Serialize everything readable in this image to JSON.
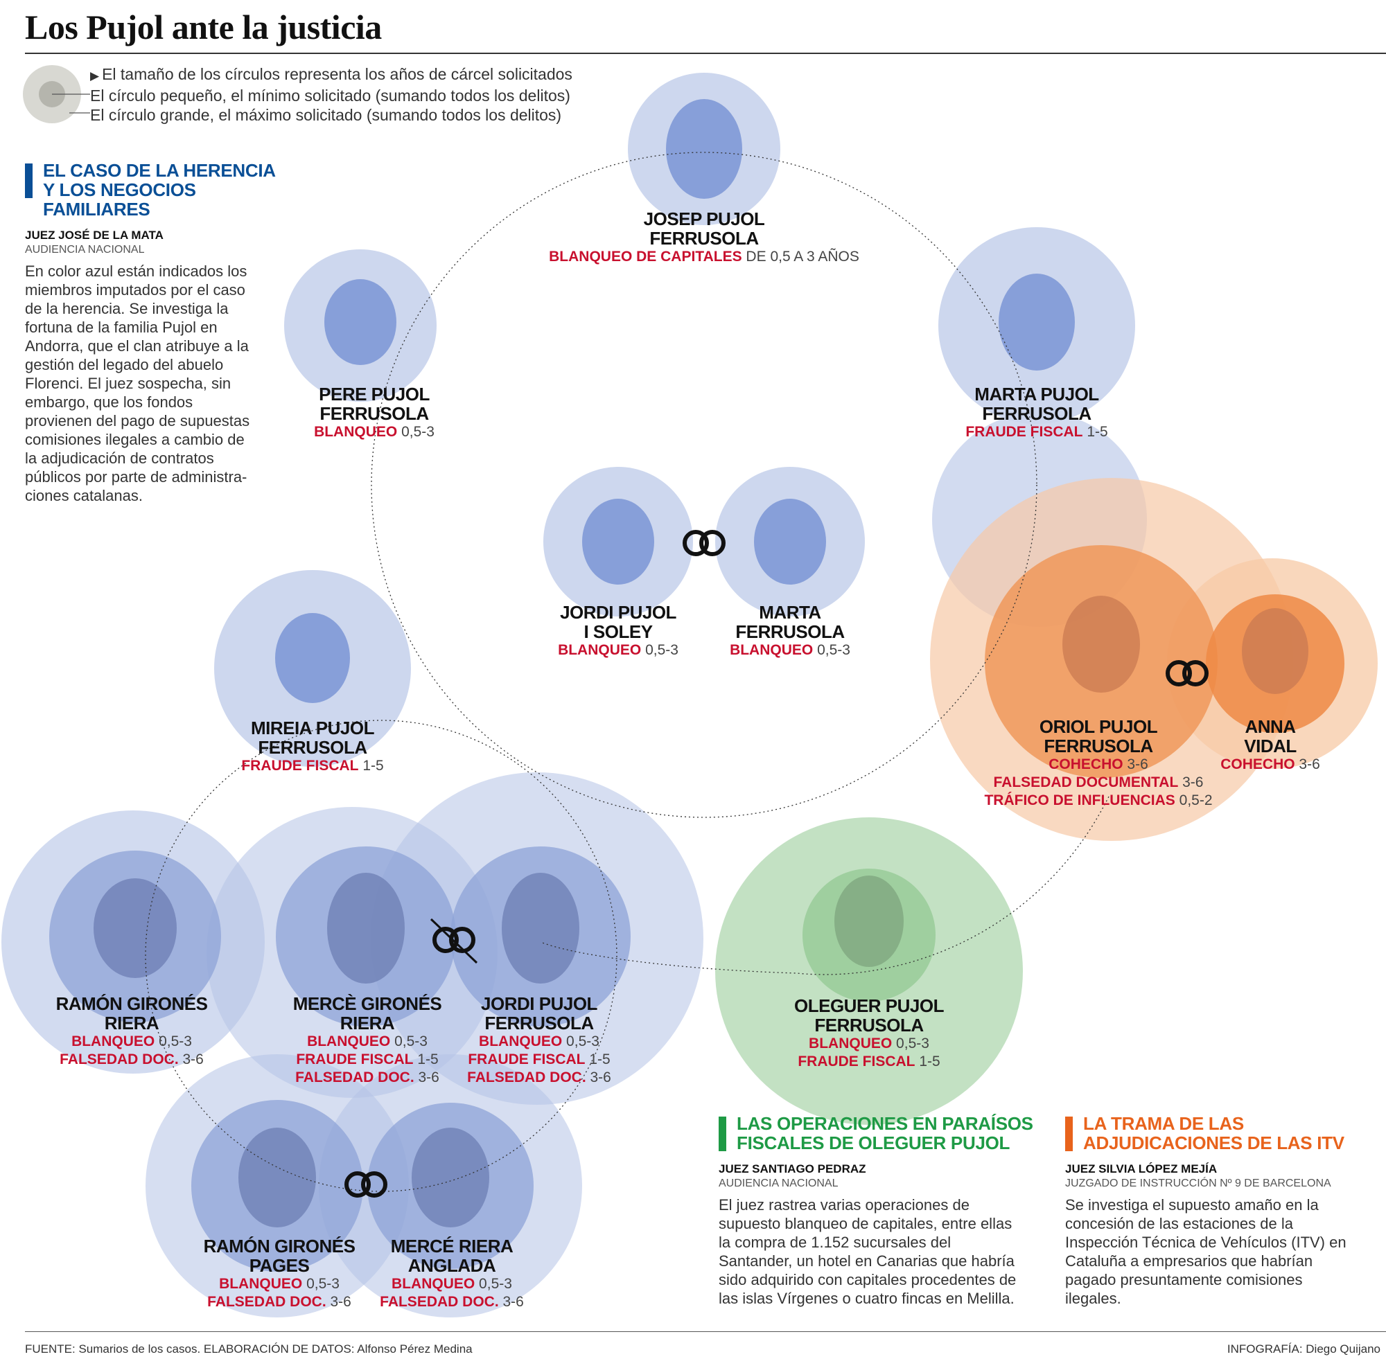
{
  "title": "Los Pujol ante la justicia",
  "legend": {
    "line1": "El tamaño de los círculos representa los años de cárcel solicitados",
    "line2": "El círculo pequeño, el mínimo solicitado (sumando todos los delitos)",
    "line3": "El círculo grande, el máximo solicitado (sumando todos los delitos)"
  },
  "colors": {
    "blue_case": "#0a4f96",
    "green_case": "#1e9a45",
    "orange_case": "#e8631c",
    "charge_red": "#c8102e"
  },
  "sections": {
    "herencia": {
      "title_line1": "EL CASO DE LA HERENCIA",
      "title_line2": "Y LOS NEGOCIOS FAMILIARES",
      "judge": "JUEZ JOSÉ DE LA MATA",
      "court": "AUDIENCIA NACIONAL",
      "body_lines": [
        "En color azul están indicados los",
        "miembros imputados por el caso",
        "de la herencia. Se investiga la",
        "fortuna de la familia Pujol en",
        "Andorra, que el clan atribuye a la",
        "gestión del legado del abuelo",
        "Florenci. El juez sospecha, sin",
        "embargo, que los fondos",
        "provienen del pago de supuestas",
        "comisiones ilegales a cambio de",
        "la adjudicación de contratos",
        "públicos por parte de administra-",
        "ciones catalanas."
      ]
    },
    "paraisos": {
      "title_line1": "LAS OPERACIONES EN PARAÍSOS",
      "title_line2": "FISCALES DE OLEGUER PUJOL",
      "judge": "JUEZ SANTIAGO PEDRAZ",
      "court": "AUDIENCIA NACIONAL",
      "body_lines": [
        "El juez rastrea varias operaciones de",
        "supuesto blanqueo de capitales, entre ellas",
        "la compra de 1.152 sucursales del",
        "Santander, un hotel en Canarias que habría",
        "sido adquirido con capitales procedentes de",
        "las islas Vírgenes o cuatro fincas en Melilla."
      ]
    },
    "itv": {
      "title_line1": "LA TRAMA DE LAS",
      "title_line2": "ADJUDICACIONES DE LAS ITV",
      "judge": "JUEZ SILVIA LÓPEZ MEJÍA",
      "court": "JUZGADO DE INSTRUCCIÓN Nº 9 DE BARCELONA",
      "body_lines": [
        "Se investiga el supuesto amaño en la",
        "concesión de las estaciones de la",
        "Inspección Técnica de Vehículos (ITV) en",
        "Cataluña a empresarios que habrían",
        "pagado presuntamente comisiones",
        "ilegales."
      ]
    }
  },
  "people": {
    "josep": {
      "name1": "JOSEP PUJOL",
      "name2": "FERRUSOLA",
      "charges": [
        {
          "crime": "BLANQUEO DE CAPITALES",
          "years": " DE 0,5 A 3 AÑOS"
        }
      ]
    },
    "pere": {
      "name1": "PERE PUJOL",
      "name2": "FERRUSOLA",
      "charges": [
        {
          "crime": "BLANQUEO",
          "years": " 0,5-3"
        }
      ]
    },
    "marta_p": {
      "name1": "MARTA PUJOL",
      "name2": "FERRUSOLA",
      "charges": [
        {
          "crime": "FRAUDE FISCAL",
          "years": " 1-5"
        }
      ]
    },
    "jordi_s": {
      "name1": "JORDI PUJOL",
      "name2": "I SOLEY",
      "charges": [
        {
          "crime": "BLANQUEO",
          "years": " 0,5-3"
        }
      ]
    },
    "marta_f": {
      "name1": "MARTA",
      "name2": "FERRUSOLA",
      "charges": [
        {
          "crime": "BLANQUEO",
          "years": " 0,5-3"
        }
      ]
    },
    "mireia": {
      "name1": "MIREIA PUJOL",
      "name2": "FERRUSOLA",
      "charges": [
        {
          "crime": "FRAUDE FISCAL",
          "years": " 1-5"
        }
      ]
    },
    "oriol": {
      "name1": "ORIOL PUJOL",
      "name2": "FERRUSOLA",
      "charges": [
        {
          "crime": "COHECHO",
          "years": " 3-6"
        },
        {
          "crime": "FALSEDAD DOCUMENTAL",
          "years": " 3-6"
        },
        {
          "crime": "TRÁFICO DE INFLUENCIAS",
          "years": " 0,5-2"
        }
      ]
    },
    "anna": {
      "name1": "ANNA",
      "name2": "VIDAL",
      "charges": [
        {
          "crime": "COHECHO",
          "years": " 3-6"
        }
      ]
    },
    "ramon_r": {
      "name1": "RAMÓN GIRONÉS",
      "name2": "RIERA",
      "charges": [
        {
          "crime": "BLANQUEO",
          "years": " 0,5-3"
        },
        {
          "crime": "FALSEDAD DOC.",
          "years": " 3-6"
        }
      ]
    },
    "merce_g": {
      "name1": "MERCÈ GIRONÉS",
      "name2": "RIERA",
      "charges": [
        {
          "crime": "BLANQUEO",
          "years": " 0,5-3"
        },
        {
          "crime": "FRAUDE FISCAL",
          "years": " 1-5"
        },
        {
          "crime": "FALSEDAD DOC.",
          "years": " 3-6"
        }
      ]
    },
    "jordi_f": {
      "name1": "JORDI PUJOL",
      "name2": "FERRUSOLA",
      "charges": [
        {
          "crime": "BLANQUEO",
          "years": " 0,5-3"
        },
        {
          "crime": "FRAUDE FISCAL",
          "years": " 1-5"
        },
        {
          "crime": "FALSEDAD DOC.",
          "years": " 3-6"
        }
      ]
    },
    "oleguer": {
      "name1": "OLEGUER PUJOL",
      "name2": "FERRUSOLA",
      "charges": [
        {
          "crime": "BLANQUEO",
          "years": " 0,5-3"
        },
        {
          "crime": "FRAUDE FISCAL",
          "years": " 1-5"
        }
      ]
    },
    "ramon_p": {
      "name1": "RAMÓN GIRONÉS",
      "name2": "PAGES",
      "charges": [
        {
          "crime": "BLANQUEO",
          "years": " 0,5-3"
        },
        {
          "crime": "FALSEDAD DOC.",
          "years": " 3-6"
        }
      ]
    },
    "merce_a": {
      "name1": "MERCÉ RIERA",
      "name2": "ANGLADA",
      "charges": [
        {
          "crime": "BLANQUEO",
          "years": " 0,5-3"
        },
        {
          "crime": "FALSEDAD DOC.",
          "years": " 3-6"
        }
      ]
    }
  },
  "footer": {
    "source": "FUENTE: Sumarios de los casos. ELABORACIÓN DE DATOS: Alfonso Pérez Medina",
    "credit": "INFOGRAFÍA: Diego Quijano"
  }
}
